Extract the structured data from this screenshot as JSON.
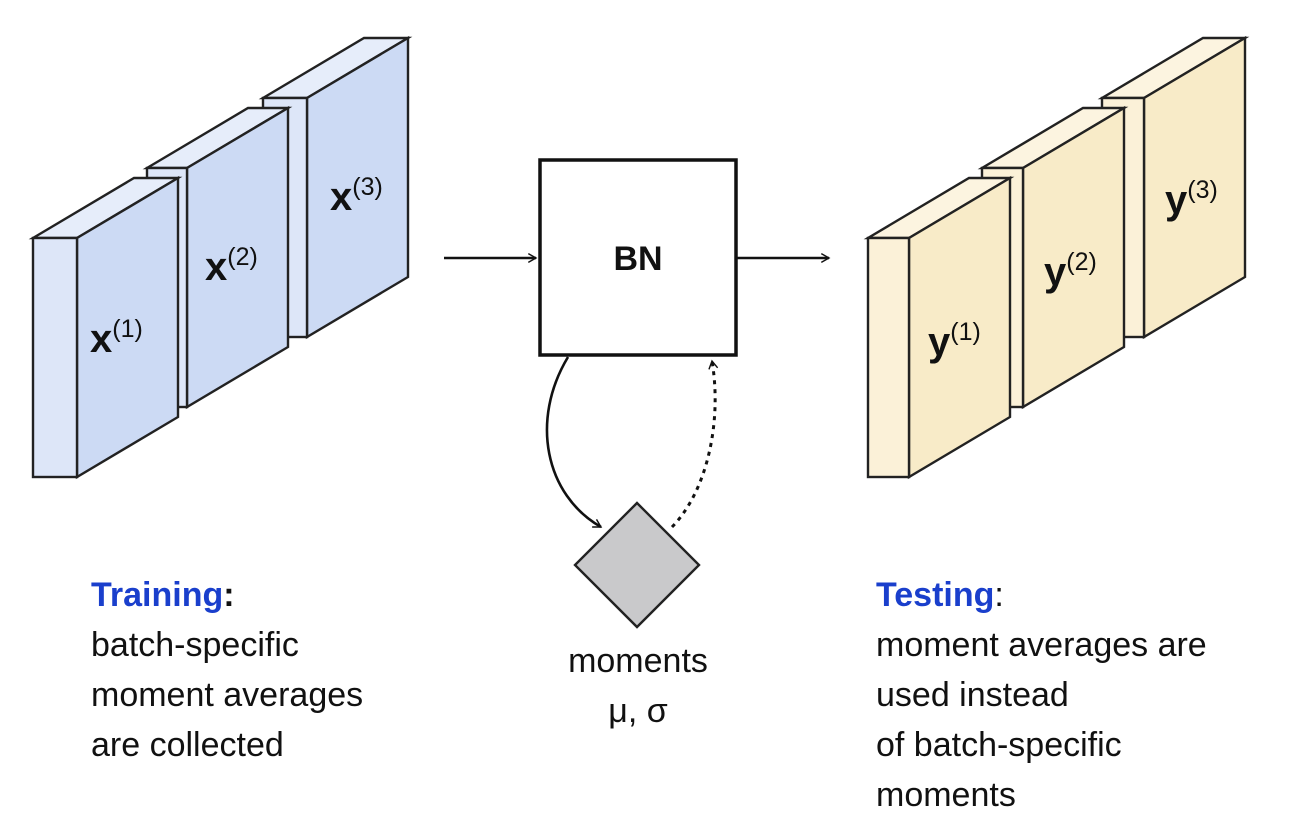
{
  "input_stack": {
    "boxes": [
      {
        "var": "x",
        "index": "(1)"
      },
      {
        "var": "x",
        "index": "(2)"
      },
      {
        "var": "x",
        "index": "(3)"
      }
    ]
  },
  "output_stack": {
    "boxes": [
      {
        "var": "y",
        "index": "(1)"
      },
      {
        "var": "y",
        "index": "(2)"
      },
      {
        "var": "y",
        "index": "(3)"
      }
    ]
  },
  "bn_box": {
    "label": "BN"
  },
  "moments": {
    "line1": "moments",
    "line2": "μ, σ"
  },
  "training": {
    "heading": "Training",
    "colon": ":",
    "lines": [
      "batch-specific",
      "moment averages",
      "are collected"
    ]
  },
  "testing": {
    "heading": "Testing",
    "colon": ":",
    "lines": [
      "moment averages are",
      "used instead",
      "of batch-specific",
      "moments"
    ]
  },
  "colors": {
    "input_face": "#ccdaf4",
    "input_side": "#dde6f8",
    "input_top": "#e6edfa",
    "output_face": "#f8ebc8",
    "output_side": "#fbf1d8",
    "output_top": "#fcf4e0",
    "moments_fill": "#c9c9cb",
    "heading_blue": "#1a3fcc"
  }
}
